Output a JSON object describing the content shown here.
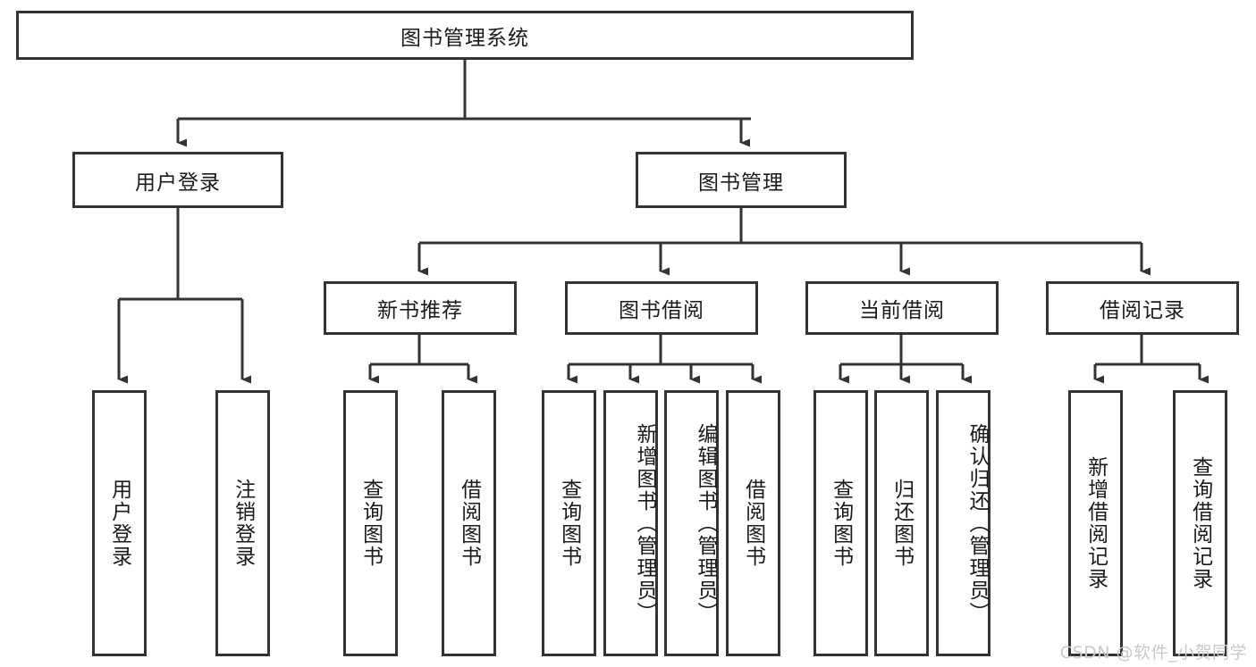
{
  "diagram": {
    "type": "hierarchy-tree",
    "title": "图书管理系统",
    "watermark": "CSDN @软件_小贺同学",
    "colors": {
      "stroke": "#333333",
      "fill": "#ffffff",
      "text": "#1a1a1a",
      "watermark": "#c9c9c9"
    },
    "levels": {
      "root": {
        "label": "图书管理系统"
      },
      "level2": [
        {
          "label": "用户登录"
        },
        {
          "label": "图书管理"
        }
      ],
      "level3": [
        {
          "label": "新书推荐"
        },
        {
          "label": "图书借阅"
        },
        {
          "label": "当前借阅"
        },
        {
          "label": "借阅记录"
        }
      ],
      "leaves": {
        "user_login": [
          {
            "label": "用户登录"
          },
          {
            "label": "注销登录"
          }
        ],
        "new_book_recommend": [
          {
            "label": "查询图书"
          },
          {
            "label": "借阅图书"
          }
        ],
        "book_borrow": [
          {
            "label": "查询图书"
          },
          {
            "label": "新增图书（管理员）"
          },
          {
            "label": "编辑图书（管理员）"
          },
          {
            "label": "借阅图书"
          }
        ],
        "current_borrow": [
          {
            "label": "查询图书"
          },
          {
            "label": "归还图书"
          },
          {
            "label": "确认归还（管理员）"
          }
        ],
        "borrow_record": [
          {
            "label": "新增借阅记录"
          },
          {
            "label": "查询借阅记录"
          }
        ]
      }
    }
  }
}
